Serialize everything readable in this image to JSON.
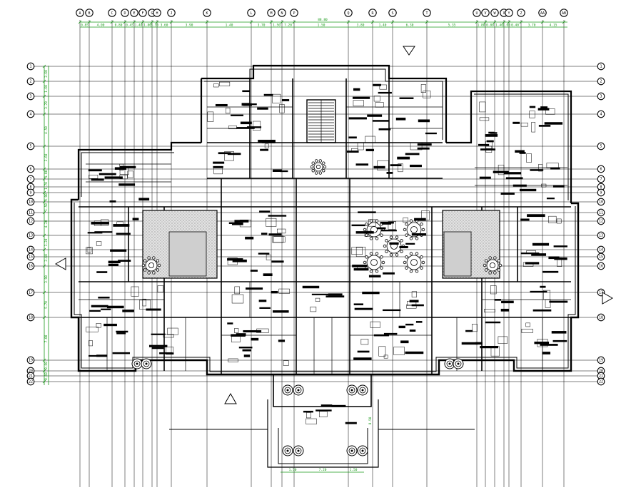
{
  "drawing": {
    "top_total_dimension": "88.80",
    "bottom_total_dimension": "7.20",
    "right_vertical_dimension": "8.50"
  },
  "top_axes": [
    "A",
    "B",
    "C",
    "D",
    "E",
    "F",
    "G",
    "H",
    "J",
    "K",
    "L",
    "M",
    "N",
    "P",
    "Q",
    "R",
    "S",
    "T",
    "U",
    "V",
    "W",
    "X",
    "Y",
    "Z",
    "AA",
    "AB"
  ],
  "top_dimensions": [
    "0.85",
    "4.00",
    "0.80",
    "0.45",
    "1.40",
    "1.80",
    "5.30",
    "3.60",
    "3.90",
    "1.40",
    "3.70",
    "1.50",
    "7.20",
    "1.50",
    "3.80",
    "1.40",
    "6.30",
    "5.35",
    "1.80",
    "0.80",
    "1.40",
    "1.60",
    "0.40",
    "3.70",
    "4.15",
    "0.85"
  ],
  "left_axes": [
    "1",
    "2",
    "3",
    "4",
    "5",
    "6",
    "7",
    "8",
    "9",
    "10",
    "11",
    "12",
    "13",
    "14",
    "15",
    "16",
    "17",
    "18",
    "19",
    "20",
    "21",
    "22"
  ],
  "left_dimensions": [
    "3.60",
    "1.60",
    "3.70",
    "4.50",
    "3.60",
    "1.00",
    "1.70",
    "3.90",
    "1.50",
    "4.20",
    "1.20",
    "3.60",
    "3.90",
    "5.70",
    "7.00",
    "0.60",
    "0.60"
  ],
  "bottom_dimensions": [
    "1.50",
    "1.50"
  ],
  "colors": {
    "line": "#000000",
    "dimension": "#1a9a1a",
    "courtyard_hatch": "#d7d7d7",
    "paper": "#ffffff"
  }
}
